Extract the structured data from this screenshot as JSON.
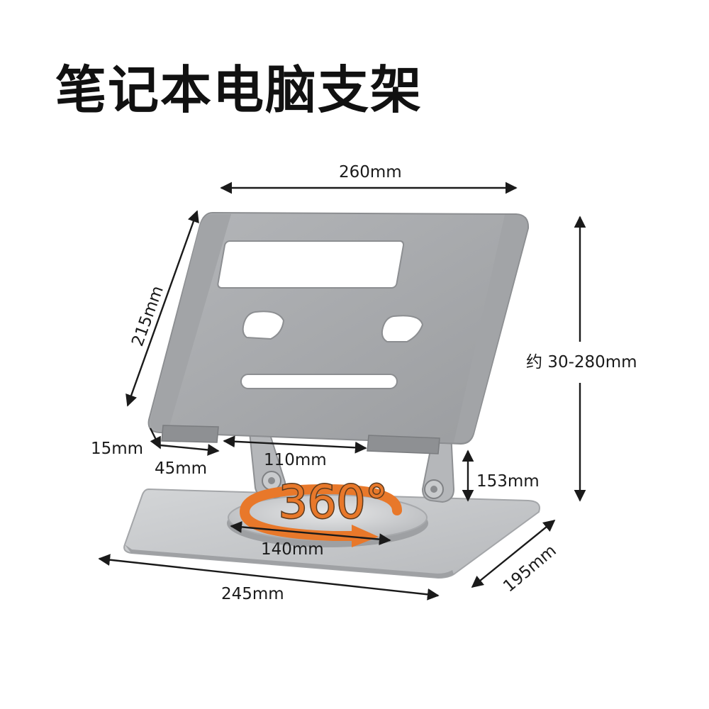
{
  "title": "笔记本电脑支架",
  "dimensions": {
    "panel_width": "260mm",
    "panel_depth": "215mm",
    "height_range": "约 30-280mm",
    "lip_height": "15mm",
    "lip_width": "45mm",
    "hinge_span": "110mm",
    "column_height": "153mm",
    "turntable_diameter": "140mm",
    "base_width": "245mm",
    "base_depth": "195mm"
  },
  "rotation_label": "360°",
  "colors": {
    "aluminum": "#a9abae",
    "aluminum_light": "#c8cacc",
    "aluminum_dark": "#8c8e91",
    "accent": "#e8782a",
    "text": "#1a1a1a"
  }
}
